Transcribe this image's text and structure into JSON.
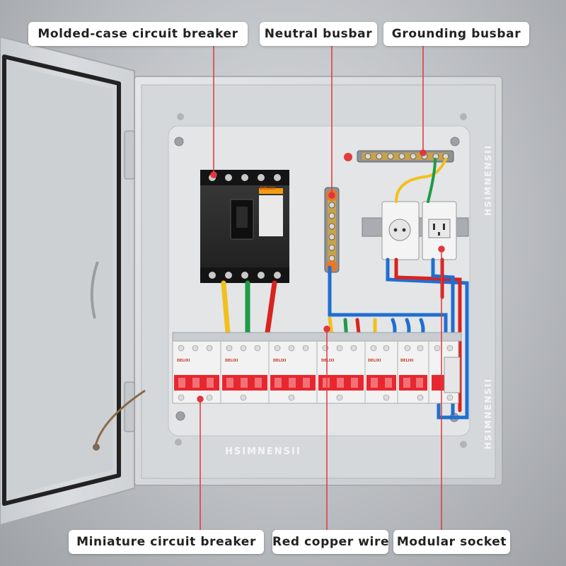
{
  "callouts": {
    "mccb": "Molded-case circuit breaker",
    "neutral_busbar": "Neutral busbar",
    "grounding_busbar": "Grounding busbar",
    "mcb": "Miniature circuit breaker",
    "copper_wire": "Red copper wire",
    "socket": "Modular socket"
  },
  "branding": {
    "watermark": "HSIMNENSII",
    "mcb_brand": "DELIXI",
    "mccb_brand": "DELIXI"
  },
  "colors": {
    "label_background": "#ffffff",
    "leader_line": "#e0373c",
    "breaker_red": "#e8262e",
    "wire_blue": "#1f6fd1",
    "wire_yellow": "#f2c01b",
    "wire_green": "#1f9a46",
    "wire_red": "#d9231f"
  }
}
